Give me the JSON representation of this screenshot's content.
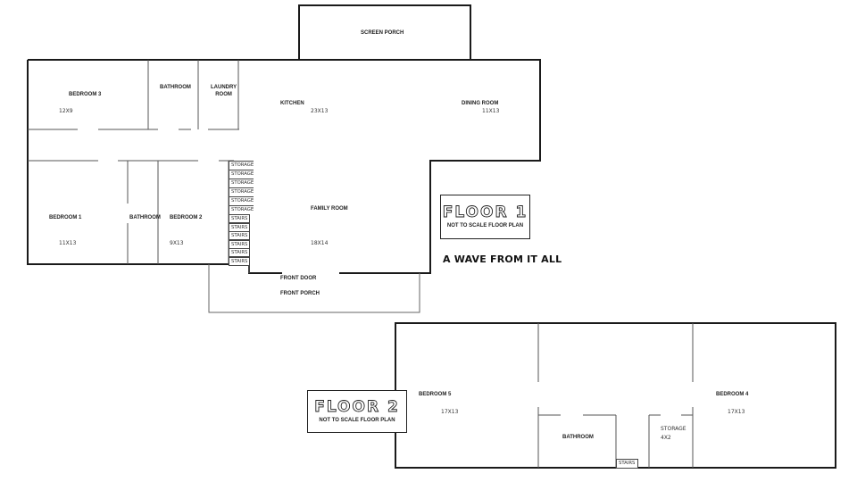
{
  "floor1": {
    "badge": {
      "title": "FLOOR 1",
      "subtitle": "NOT TO SCALE FLOOR PLAN"
    },
    "tagline": "A WAVE FROM IT ALL",
    "rooms": {
      "screen_porch": {
        "name": "SCREEN PORCH"
      },
      "bedroom3": {
        "name": "BEDROOM 3",
        "size": "12X9"
      },
      "bathroom_top": {
        "name": "BATHROOM"
      },
      "laundry": {
        "name": "LAUNDRY\nROOM",
        "line1": "LAUNDRY",
        "line2": "ROOM"
      },
      "kitchen": {
        "name": "KITCHEN",
        "size": "23X13"
      },
      "dining": {
        "name": "DINING ROOM",
        "size": "11X13"
      },
      "bedroom1": {
        "name": "BEDROOM 1",
        "size": "11X13"
      },
      "bathroom_mid": {
        "name": "BATHROOM"
      },
      "bedroom2": {
        "name": "BEDROOM 2",
        "size": "9X13"
      },
      "family": {
        "name": "FAMILY ROOM",
        "size": "18X14"
      },
      "front_door": {
        "name": "FRONT DOOR"
      },
      "front_porch": {
        "name": "FRONT PORCH"
      }
    },
    "storage_cells": [
      "STORAGE",
      "STORAGE",
      "STORAGE",
      "STORAGE",
      "STORAGE",
      "STORAGE"
    ],
    "stairs_cells": [
      "STAIRS",
      "STAIRS",
      "STAIRS",
      "STAIRS",
      "STAIRS",
      "STAIRS"
    ]
  },
  "floor2": {
    "badge": {
      "title": "FLOOR 2",
      "subtitle": "NOT TO SCALE FLOOR PLAN"
    },
    "rooms": {
      "bedroom5": {
        "name": "BEDROOM 5",
        "size": "17X13"
      },
      "bedroom4": {
        "name": "BEDROOM 4",
        "size": "17X13"
      },
      "bathroom": {
        "name": "BATHROOM"
      },
      "storage": {
        "name": "STORAGE",
        "size": "4X2"
      },
      "stairs": {
        "name": "STAIRS"
      }
    }
  },
  "colors": {
    "wall": "#1a1a1a",
    "inner_wall": "#555555",
    "background": "#ffffff"
  }
}
